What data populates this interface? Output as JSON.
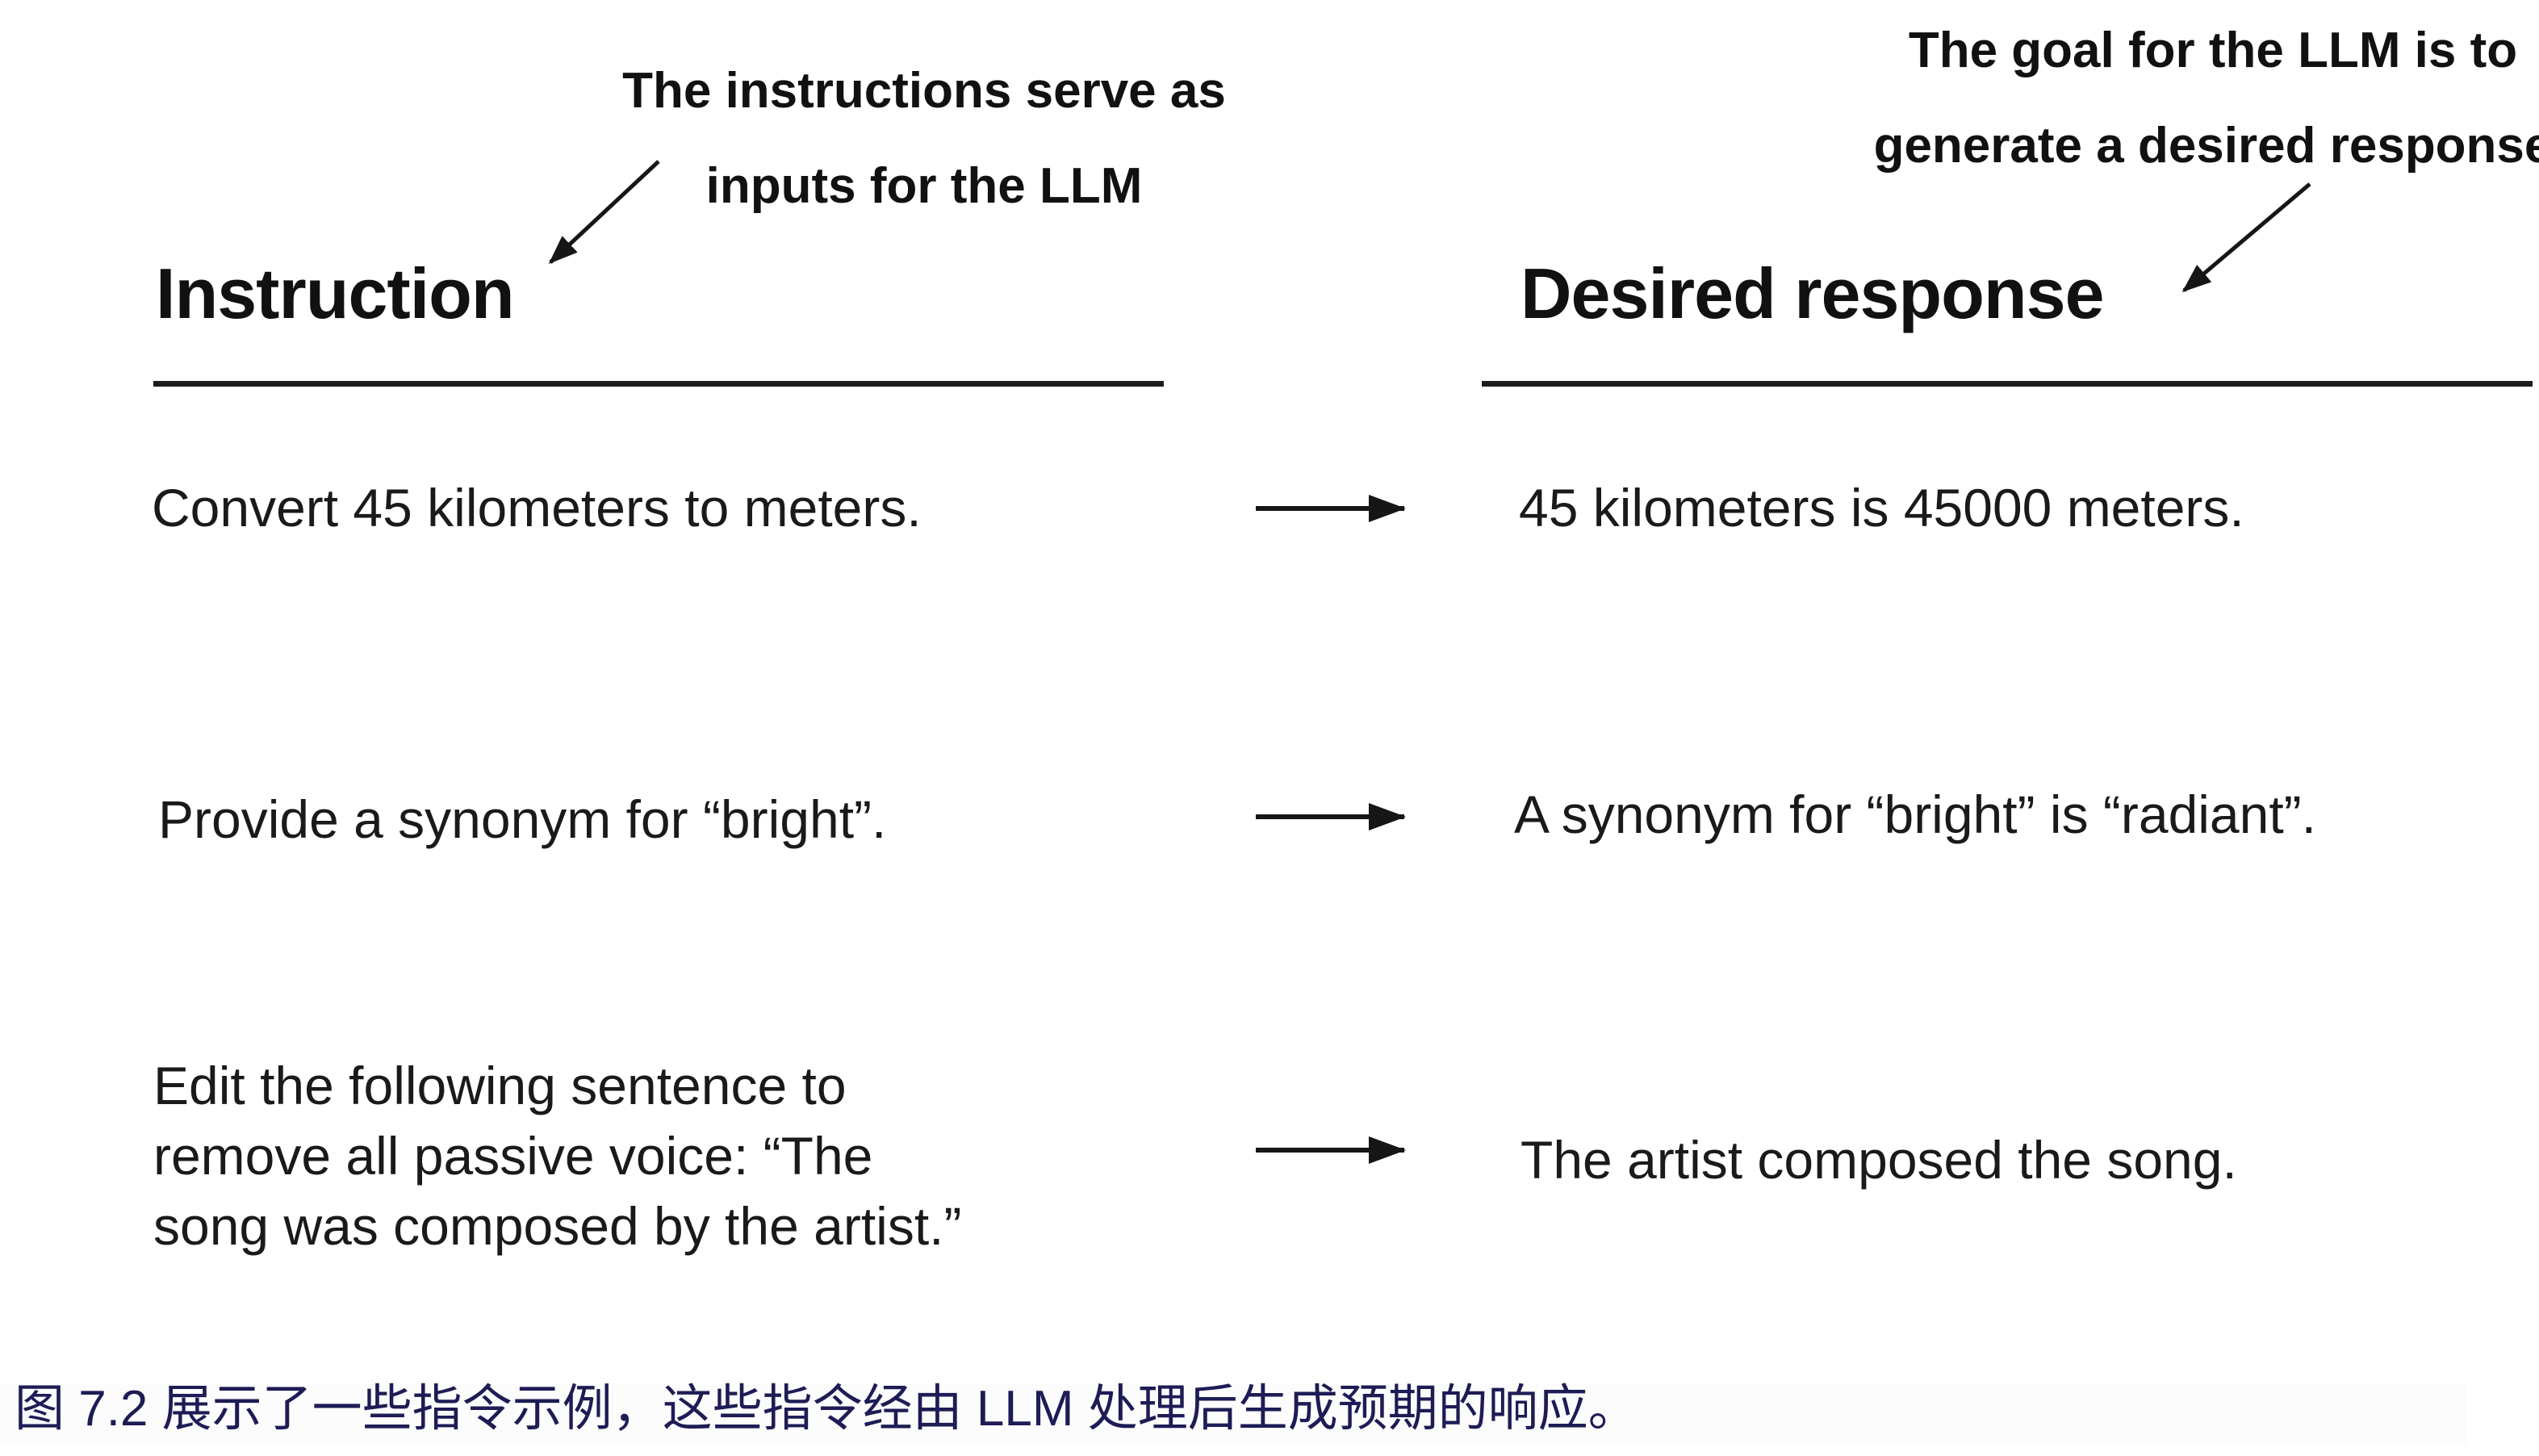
{
  "figure": {
    "annotations": {
      "instruction_note": {
        "line1": "The instructions serve as",
        "line2": "inputs for the LLM"
      },
      "response_note": {
        "line1": "The goal for the LLM is to",
        "line2": "generate a desired response"
      }
    },
    "columns": {
      "instruction_header": "Instruction",
      "response_header": "Desired response"
    },
    "rows": [
      {
        "instruction": "Convert 45 kilometers to meters.",
        "response": "45 kilometers is 45000 meters."
      },
      {
        "instruction": "Provide a synonym for “bright”.",
        "response": "A synonym for “bright” is “radiant”."
      },
      {
        "instruction_lines": [
          "Edit the following sentence to",
          "remove all passive voice: “The",
          "song was composed by the artist.”"
        ],
        "response": "The artist composed the song."
      }
    ]
  },
  "caption": {
    "text": "图 7.2 展示了一些指令示例，这些指令经由 LLM 处理后生成预期的响应。"
  },
  "colors": {
    "ink": "#161616",
    "caption_text": "#1e1c55",
    "caption_band": "#fcfcfc"
  }
}
